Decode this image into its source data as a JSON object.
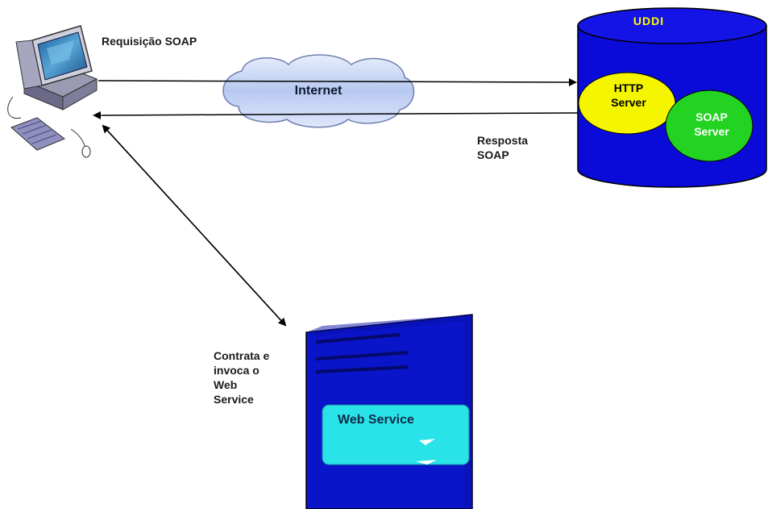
{
  "labels": {
    "request": "Requisição SOAP",
    "response_line1": "Resposta",
    "response_line2": "SOAP",
    "contract_line1": "Contrata e",
    "contract_line2": "invoca o",
    "contract_line3": "Web",
    "contract_line4": "Service"
  },
  "nodes": {
    "internet": "Internet",
    "uddi": "UDDI",
    "http_server_line1": "HTTP",
    "http_server_line2": "Server",
    "soap_server_line1": "SOAP",
    "soap_server_line2": "Server",
    "web_service": "Web Service"
  },
  "colors": {
    "cylinder": "#0b0bd9",
    "http_server": "#f5f500",
    "soap_server": "#22d322",
    "server_box": "#0a14c8",
    "web_service_panel": "#29e3e8",
    "cloud": "#c9d6f5",
    "arrow": "#000000"
  },
  "icons": {
    "client": "desktop-computer-icon",
    "cloud": "cloud-icon",
    "database": "database-cylinder-icon",
    "server": "server-tower-icon"
  }
}
